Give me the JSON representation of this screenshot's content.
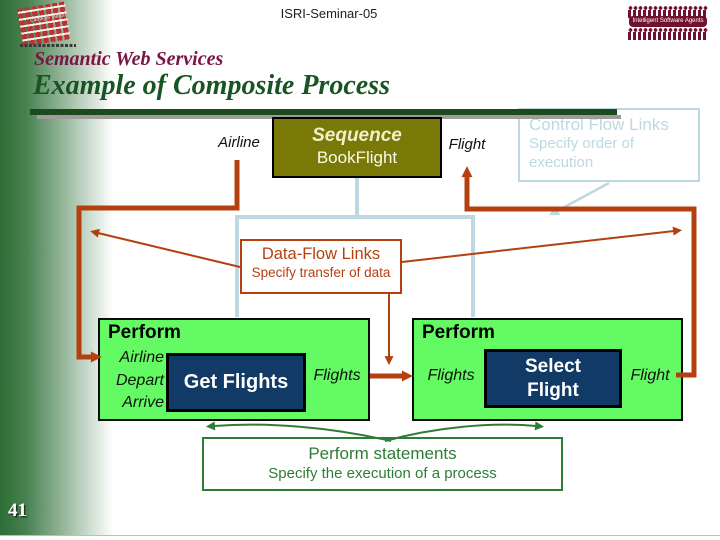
{
  "colors": {
    "accent_red": "#b5400f",
    "light_blue": "#bcd9e1",
    "bright_green": "#63fa63",
    "navy": "#123a66",
    "olive": "#797908",
    "callout_green": "#2e7d36",
    "title_maroon": "#7d1446",
    "title_green": "#195523"
  },
  "header": {
    "seminar_title": "ISRI-Seminar-05",
    "cm_logo_text": "Carnegie Mellon",
    "isa_logo_text": "Intelligent Software Agents"
  },
  "title": {
    "subtitle": "Semantic Web Services",
    "main": "Example of Composite Process"
  },
  "diagram": {
    "top_labels": {
      "airline": "Airline",
      "flight": "Flight"
    },
    "sequence_box": {
      "title": "Sequence",
      "name": "BookFlight"
    },
    "control_flow_callout": {
      "title": "Control Flow Links",
      "line1": "Specify order of",
      "line2": "execution"
    },
    "data_flow_callout": {
      "title": "Data-Flow Links",
      "line1": "Specify transfer of data"
    },
    "perform_left": {
      "title": "Perform",
      "inputs": [
        "Airline",
        "Depart",
        "Arrive"
      ],
      "process": "Get Flights",
      "output": "Flights"
    },
    "perform_right": {
      "title": "Perform",
      "input": "Flights",
      "process_line1": "Select",
      "process_line2": "Flight",
      "output": "Flight"
    },
    "perform_callout": {
      "title": "Perform statements",
      "line1": "Specify the execution of a process"
    }
  },
  "footer": {
    "page_number": "41"
  }
}
